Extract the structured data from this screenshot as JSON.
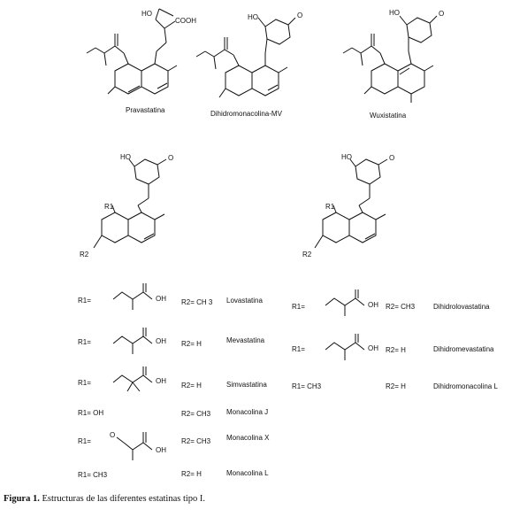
{
  "structures_top": [
    {
      "name": "Pravastatina",
      "hydroxy": "HO",
      "acid": "COOH"
    },
    {
      "name": "Dihidromonacolina-MV",
      "hydroxy": "HO",
      "ketone": "O"
    },
    {
      "name": "Wuxistatina",
      "hydroxy": "HO",
      "ketone": "O"
    }
  ],
  "generic_left": {
    "r1": "R1",
    "r2": "R2",
    "hydroxy": "HO",
    "ketone": "O"
  },
  "generic_right": {
    "r1": "R1",
    "r2": "R2",
    "hydroxy": "HO",
    "ketone": "O"
  },
  "substituents_left": [
    {
      "r1": "R1=",
      "r1_group": "OH",
      "r2": "R2= CH 3",
      "name": "Lovastatina"
    },
    {
      "r1": "R1=",
      "r1_group": "OH",
      "r2": "R2= H",
      "name": "Mevastatina"
    },
    {
      "r1": "R1=",
      "r1_group": "OH",
      "r2": "R2= H",
      "name": "Simvastatina"
    },
    {
      "r1": "R1= OH",
      "r1_group": "",
      "r2": "R2= CH3",
      "name": "Monacolina J"
    },
    {
      "r1": "R1=",
      "r1_group": "OH",
      "r2": "R2= CH3",
      "name": "Monacolina X",
      "extra": "O"
    },
    {
      "r1": "R1= CH3",
      "r1_group": "",
      "r2": "R2= H",
      "name": "Monacolina L"
    }
  ],
  "substituents_right": [
    {
      "r1": "R1=",
      "r1_group": "OH",
      "r2": "R2= CH3",
      "name": "Dihidrolovastatina"
    },
    {
      "r1": "R1=",
      "r1_group": "OH",
      "r2": "R2= H",
      "name": "Dihidromevastatina"
    },
    {
      "r1": "R1= CH3",
      "r1_group": "",
      "r2": "R2= H",
      "name": "Dihidromonacolina L"
    }
  ],
  "caption": {
    "label": "Figura 1.",
    "text": "Estructuras de las diferentes estatinas tipo I."
  }
}
